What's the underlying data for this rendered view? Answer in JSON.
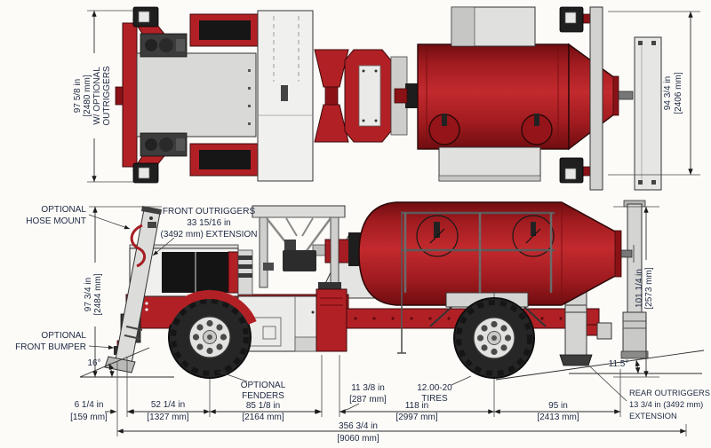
{
  "drawing": {
    "type": "vehicle-dimension-drawing",
    "views": [
      "top view",
      "side view"
    ],
    "subject": "underground mining concrete mixer truck"
  },
  "colors": {
    "vehicle_red": "#b12025",
    "dark_red": "#8a1216",
    "light_gray": "#d9d9d7",
    "dark_gray": "#3c3c3c",
    "dimension_text": "#1e2841",
    "line": "#2b2b2b",
    "background": "#fcfbf8"
  },
  "top_view": {
    "width_dim_left": {
      "l1": "97 5/8 in",
      "l2": "[2480 mm]",
      "l3": "W/ OPTIONAL",
      "l4": "OUTRIGGERS"
    },
    "width_dim_right": {
      "l1": "94 3/4 in",
      "l2": "[2406 mm]"
    }
  },
  "side_view": {
    "hose_mount": {
      "l1": "OPTIONAL",
      "l2": "HOSE MOUNT"
    },
    "front_bumper": {
      "l1": "OPTIONAL",
      "l2": "FRONT BUMPER"
    },
    "front_outriggers": {
      "l1": "FRONT OUTRIGGERS",
      "l2": "33 15/16 in",
      "l3": "(3492 mm) EXTENSION"
    },
    "height_front": {
      "l1": "97 3/4 in",
      "l2": "[2484 mm]"
    },
    "height_rear": {
      "l1": "101 1/4 in",
      "l2": "[2573 mm]"
    },
    "approach_angle": "16°",
    "departure_angle": "11.5°",
    "fenders": {
      "l1": "OPTIONAL",
      "l2": "FENDERS"
    },
    "tires": {
      "l1": "12.00-20",
      "l2": "TIRES"
    },
    "rear_outriggers": {
      "l1": "REAR OUTRIGGERS",
      "l2": "13 3/4 in (3492 mm)",
      "l3": "EXTENSION"
    }
  },
  "dimensions": {
    "front_bumper_depth": {
      "in": "6 1/4 in",
      "mm": "[159 mm]"
    },
    "bumper_to_front_axle": {
      "in": "52 1/4 in",
      "mm": "[1327 mm]"
    },
    "fender_length": {
      "in": "85 1/8 in",
      "mm": "[2164 mm]"
    },
    "fender_to_axle_gap": {
      "in": "11 3/8 in",
      "mm": "[287 mm]"
    },
    "wheelbase": {
      "in": "118 in",
      "mm": "[2997 mm]"
    },
    "rear_overhang": {
      "in": "95 in",
      "mm": "[2413 mm]"
    },
    "overall_length": {
      "in": "356 3/4 in",
      "mm": "[9060 mm]"
    }
  }
}
